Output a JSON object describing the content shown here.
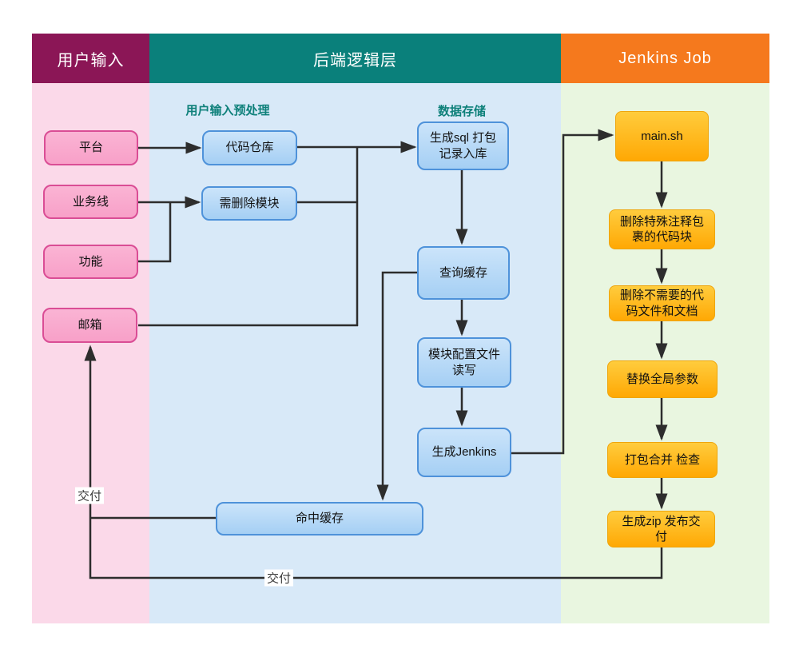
{
  "diagram": {
    "lanes": [
      {
        "id": "user-input",
        "title": "用户输入",
        "header_color": "#8B1656",
        "body_color": "#FBD9E9"
      },
      {
        "id": "backend-logic",
        "title": "后端逻辑层",
        "header_color": "#0A807B",
        "body_color": "#D8E9F8"
      },
      {
        "id": "jenkins-job",
        "title": "Jenkins Job",
        "header_color": "#F5791D",
        "body_color": "#E9F6E0"
      }
    ],
    "section_labels": {
      "preprocess": "用户输入预处理",
      "data_storage": "数据存储"
    },
    "nodes": {
      "platform": {
        "label": "平台"
      },
      "business_line": {
        "label": "业务线"
      },
      "feature": {
        "label": "功能"
      },
      "email": {
        "label": "邮箱"
      },
      "code_repo": {
        "label": "代码仓库"
      },
      "modules_to_delete": {
        "label": "需删除模块"
      },
      "gen_sql": {
        "label": "生成sql 打包\n记录入库"
      },
      "query_cache": {
        "label": "查询缓存"
      },
      "module_config_rw": {
        "label": "模块配置文件\n读写"
      },
      "gen_jenkins": {
        "label": "生成Jenkins"
      },
      "hit_cache": {
        "label": "命中缓存"
      },
      "main_sh": {
        "label": "main.sh"
      },
      "del_comment_blocks": {
        "label": "删除特殊注释包\n裹的代码块"
      },
      "del_unneeded_files": {
        "label": "删除不需要的代\n码文件和文档"
      },
      "replace_global_params": {
        "label": "替换全局参数"
      },
      "package_merge_check": {
        "label": "打包合并 检查"
      },
      "gen_zip_deliver": {
        "label": "生成zip 发布交\n付"
      }
    },
    "edge_labels": {
      "deliver_left": "交付",
      "deliver_bottom": "交付"
    },
    "line_color": "#2D2D2D"
  }
}
